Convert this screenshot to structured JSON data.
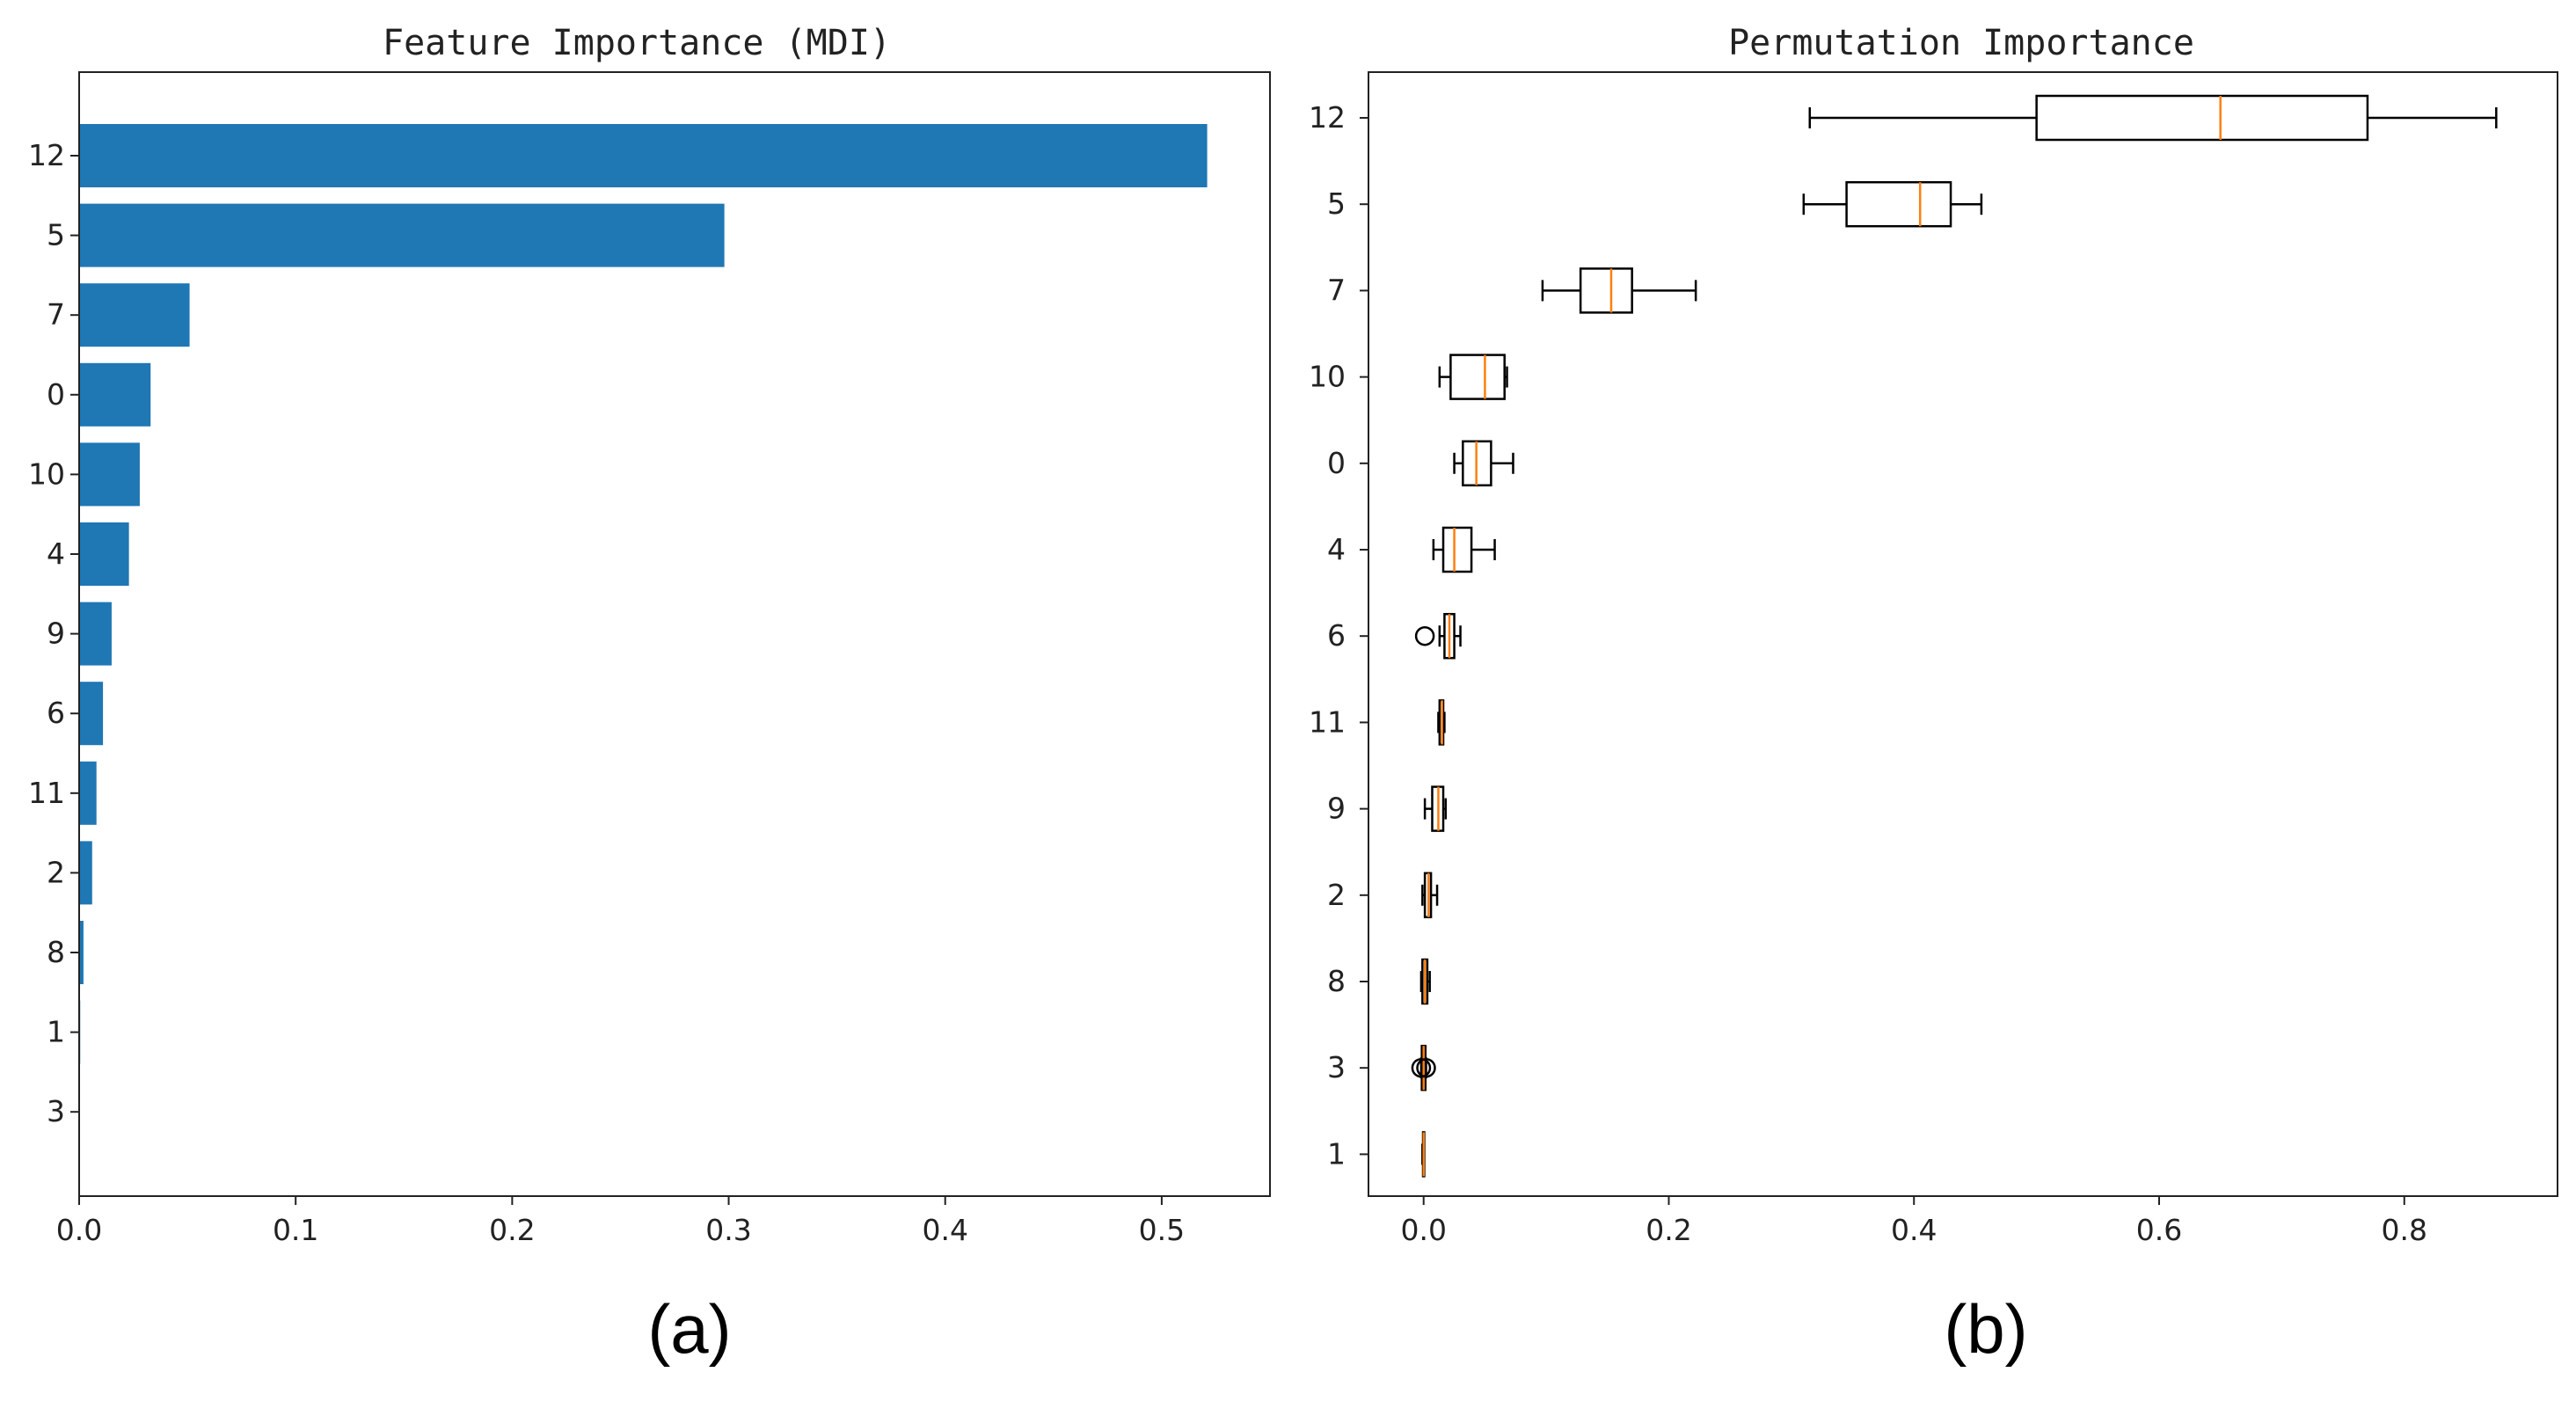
{
  "chart_data": [
    {
      "type": "bar",
      "orientation": "horizontal",
      "title": "Feature Importance (MDI)",
      "panel_label": "(a)",
      "categories": [
        "12",
        "5",
        "7",
        "0",
        "10",
        "4",
        "9",
        "6",
        "11",
        "2",
        "8",
        "1",
        "3"
      ],
      "values": [
        0.521,
        0.298,
        0.051,
        0.033,
        0.028,
        0.023,
        0.015,
        0.011,
        0.008,
        0.006,
        0.002,
        0.0005,
        0.0003
      ],
      "xlim": [
        0.0,
        0.55
      ],
      "xticks": [
        "0.0",
        "0.1",
        "0.2",
        "0.3",
        "0.4",
        "0.5"
      ],
      "bar_color": "#1f77b4",
      "grid": false
    },
    {
      "type": "boxplot",
      "orientation": "horizontal",
      "title": "Permutation Importance",
      "panel_label": "(b)",
      "categories": [
        "12",
        "5",
        "7",
        "10",
        "0",
        "4",
        "6",
        "11",
        "9",
        "2",
        "8",
        "3",
        "1"
      ],
      "boxes": [
        {
          "whislo": 0.315,
          "q1": 0.5,
          "med": 0.65,
          "q3": 0.77,
          "whishi": 0.875,
          "fliers": []
        },
        {
          "whislo": 0.31,
          "q1": 0.345,
          "med": 0.405,
          "q3": 0.43,
          "whishi": 0.455,
          "fliers": []
        },
        {
          "whislo": 0.097,
          "q1": 0.128,
          "med": 0.153,
          "q3": 0.17,
          "whishi": 0.222,
          "fliers": []
        },
        {
          "whislo": 0.013,
          "q1": 0.022,
          "med": 0.05,
          "q3": 0.066,
          "whishi": 0.068,
          "fliers": []
        },
        {
          "whislo": 0.025,
          "q1": 0.032,
          "med": 0.043,
          "q3": 0.055,
          "whishi": 0.073,
          "fliers": []
        },
        {
          "whislo": 0.008,
          "q1": 0.016,
          "med": 0.025,
          "q3": 0.039,
          "whishi": 0.058,
          "fliers": []
        },
        {
          "whislo": 0.013,
          "q1": 0.017,
          "med": 0.021,
          "q3": 0.025,
          "whishi": 0.03,
          "fliers": [
            0.001
          ]
        },
        {
          "whislo": 0.012,
          "q1": 0.013,
          "med": 0.015,
          "q3": 0.016,
          "whishi": 0.017,
          "fliers": []
        },
        {
          "whislo": 0.001,
          "q1": 0.007,
          "med": 0.012,
          "q3": 0.016,
          "whishi": 0.018,
          "fliers": []
        },
        {
          "whislo": -0.001,
          "q1": 0.001,
          "med": 0.004,
          "q3": 0.006,
          "whishi": 0.011,
          "fliers": []
        },
        {
          "whislo": -0.002,
          "q1": -0.001,
          "med": 0.001,
          "q3": 0.003,
          "whishi": 0.005,
          "fliers": []
        },
        {
          "whislo": -0.002,
          "q1": -0.0015,
          "med": 0.0,
          "q3": 0.0015,
          "whishi": 0.002,
          "fliers": [
            -0.002,
            0.002
          ]
        },
        {
          "whislo": -0.001,
          "q1": -0.0005,
          "med": 0.0,
          "q3": 0.0005,
          "whishi": 0.0,
          "fliers": []
        }
      ],
      "xlim": [
        -0.045,
        0.925
      ],
      "xticks": [
        "0.0",
        "0.2",
        "0.4",
        "0.6",
        "0.8"
      ],
      "box_color": "#000000",
      "median_color": "#ff7f0e",
      "grid": false
    }
  ]
}
